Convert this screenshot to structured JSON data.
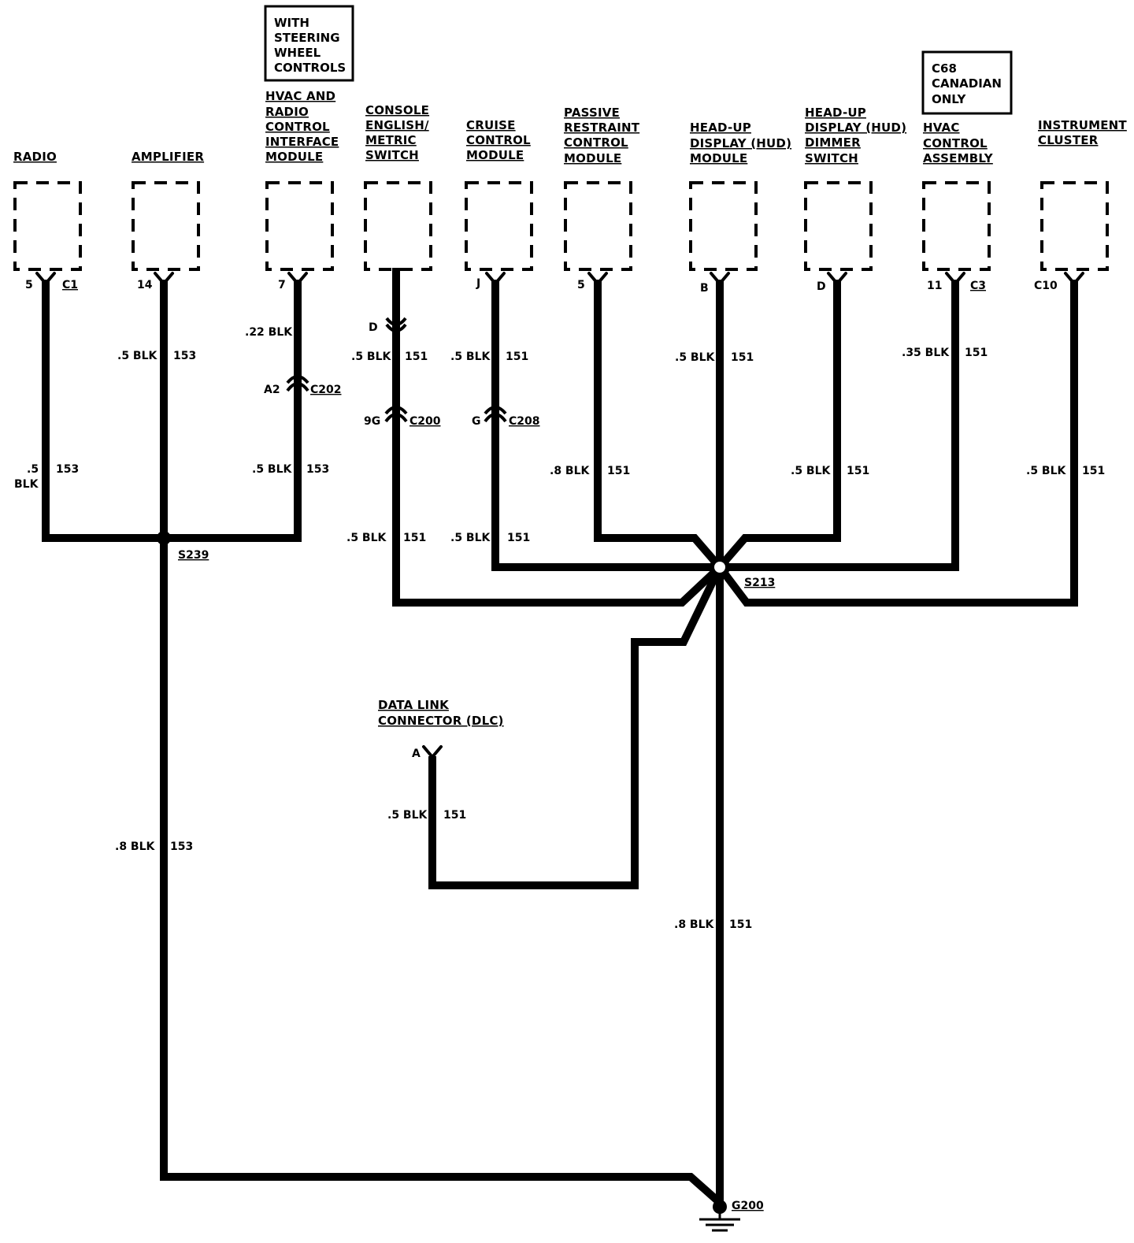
{
  "components": {
    "radio": {
      "name": [
        "RADIO"
      ],
      "pin": "5",
      "conn": "C1"
    },
    "amplifier": {
      "name": [
        "AMPLIFIER"
      ],
      "pin": "14"
    },
    "hvac_radio_interface": {
      "name": [
        "HVAC AND",
        "RADIO",
        "CONTROL",
        "INTERFACE",
        "MODULE"
      ],
      "pin": "7",
      "note": [
        "WITH",
        "STEERING",
        "WHEEL",
        "CONTROLS"
      ]
    },
    "console_switch": {
      "name": [
        "CONSOLE",
        "ENGLISH/",
        "METRIC",
        "SWITCH"
      ]
    },
    "cruise": {
      "name": [
        "CRUISE",
        "CONTROL",
        "MODULE"
      ],
      "pin": "J"
    },
    "passive_restraint": {
      "name": [
        "PASSIVE",
        "RESTRAINT",
        "CONTROL",
        "MODULE"
      ],
      "pin": "5"
    },
    "hud_module": {
      "name": [
        "HEAD-UP",
        "DISPLAY (HUD)",
        "MODULE"
      ],
      "pin": "B"
    },
    "hud_dimmer": {
      "name": [
        "HEAD-UP",
        "DISPLAY (HUD)",
        "DIMMER",
        "SWITCH"
      ],
      "pin": "D"
    },
    "hvac_control": {
      "name": [
        "HVAC",
        "CONTROL",
        "ASSEMBLY"
      ],
      "pin": "11",
      "conn": "C3",
      "note": [
        "C68",
        "CANADIAN",
        "ONLY"
      ]
    },
    "instrument_cluster": {
      "name": [
        "INSTRUMENT",
        "CLUSTER"
      ],
      "conn": "C10"
    },
    "dlc": {
      "name": [
        "DATA LINK",
        "CONNECTOR (DLC)"
      ],
      "pin": "A"
    }
  },
  "connectors": {
    "c202": {
      "pin": "A2",
      "name": "C202"
    },
    "c200_top": {
      "pin": "D"
    },
    "c200": {
      "pin": "9G",
      "name": "C200"
    },
    "c208": {
      "pin": "G",
      "name": "C208"
    }
  },
  "splices": {
    "s239": "S239",
    "s213": "S213"
  },
  "ground": "G200",
  "wires": {
    "radio": {
      "size": ".5",
      "color": "BLK",
      "circuit": "153"
    },
    "amplifier": {
      "size": ".5 BLK",
      "circuit": "153"
    },
    "hvac_upper": {
      "size": ".22 BLK"
    },
    "hvac_lower": {
      "size": ".5 BLK",
      "circuit": "153"
    },
    "console_upper": {
      "size": ".5 BLK",
      "circuit": "151"
    },
    "console_lower": {
      "size": ".5 BLK",
      "circuit": "151"
    },
    "cruise_upper": {
      "size": ".5 BLK",
      "circuit": "151"
    },
    "cruise_lower": {
      "size": ".5 BLK",
      "circuit": "151"
    },
    "passive": {
      "size": ".8 BLK",
      "circuit": "151"
    },
    "hud_module": {
      "size": ".5 BLK",
      "circuit": "151"
    },
    "hud_dimmer": {
      "size": ".5 BLK",
      "circuit": "151"
    },
    "hvac_control": {
      "size": ".35 BLK",
      "circuit": "151"
    },
    "cluster": {
      "size": ".5 BLK",
      "circuit": "151"
    },
    "dlc": {
      "size": ".5 BLK",
      "circuit": "151"
    },
    "s239_ground": {
      "size": ".8 BLK",
      "circuit": "153"
    },
    "s213_ground": {
      "size": ".8 BLK",
      "circuit": "151"
    }
  }
}
